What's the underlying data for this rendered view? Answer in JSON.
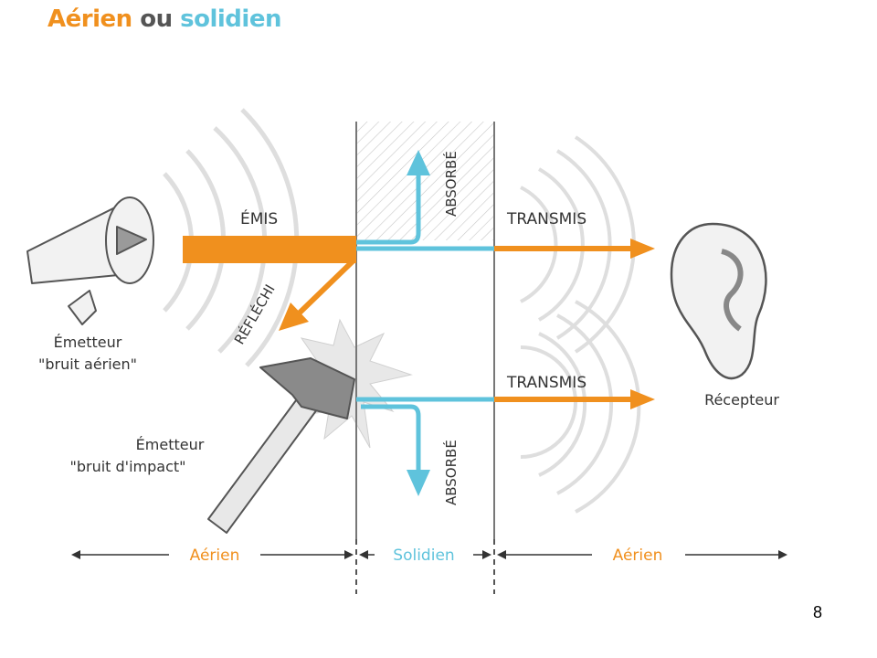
{
  "title": {
    "part1": "Aérien",
    "part2": "ou",
    "part3": "solidien"
  },
  "labels": {
    "emis": "ÉMIS",
    "reflechi": "RÉFLÉCHI",
    "absorbe_top": "ABSORBÉ",
    "absorbe_bottom": "ABSORBÉ",
    "transmis_top": "TRANSMIS",
    "transmis_bottom": "TRANSMIS",
    "emetteur_aerien_1": "Émetteur",
    "emetteur_aerien_2": "\"bruit aérien\"",
    "emetteur_impact_1": "Émetteur",
    "emetteur_impact_2": "\"bruit d'impact\"",
    "recepteur": "Récepteur"
  },
  "zones": {
    "left": "Aérien",
    "middle": "Solidien",
    "right": "Aérien"
  },
  "page_number": "8",
  "colors": {
    "orange": "#f0901e",
    "blue": "#5fc3dc",
    "gray": "#444444"
  },
  "icons": [
    "megaphone-icon",
    "hammer-icon",
    "ear-icon",
    "impact-star-icon",
    "sound-waves-icon"
  ]
}
